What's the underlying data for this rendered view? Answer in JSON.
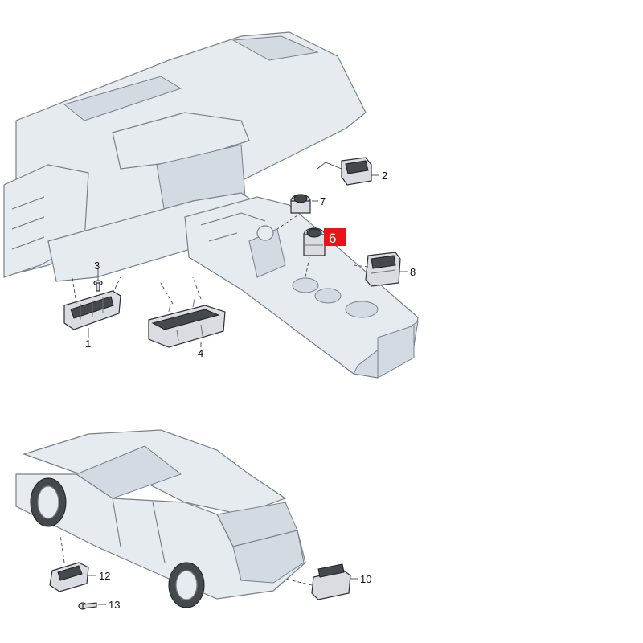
{
  "diagram": {
    "callouts": [
      {
        "id": "1",
        "label": "1"
      },
      {
        "id": "2",
        "label": "2"
      },
      {
        "id": "3",
        "label": "3"
      },
      {
        "id": "4",
        "label": "4"
      },
      {
        "id": "6",
        "label": "6",
        "highlighted": true
      },
      {
        "id": "7",
        "label": "7"
      },
      {
        "id": "8",
        "label": "8"
      },
      {
        "id": "10",
        "label": "10"
      },
      {
        "id": "12",
        "label": "12"
      },
      {
        "id": "13",
        "label": "13"
      }
    ],
    "highlight_color": "#e8141a"
  }
}
